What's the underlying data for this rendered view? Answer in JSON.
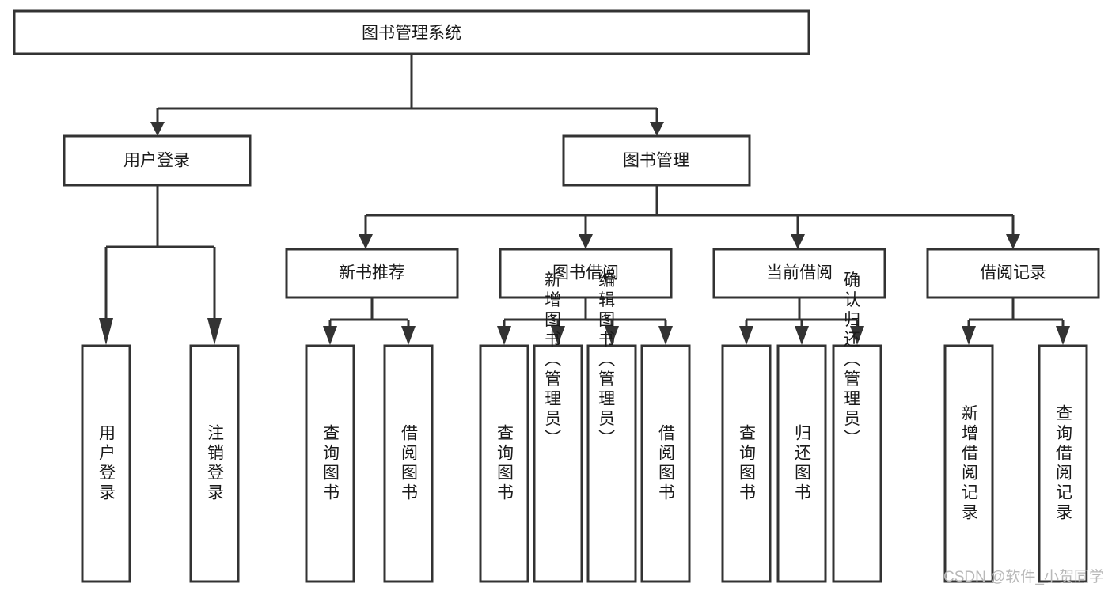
{
  "diagram": {
    "title": "图书管理系统",
    "type": "tree-hierarchy-chart",
    "root": {
      "id": "root",
      "label": "图书管理系统"
    },
    "level2": [
      {
        "id": "user-login",
        "label": "用户登录"
      },
      {
        "id": "book-manage",
        "label": "图书管理"
      }
    ],
    "level3": [
      {
        "id": "new-book-recommend",
        "label": "新书推荐",
        "parent": "book-manage"
      },
      {
        "id": "book-borrow",
        "label": "图书借阅",
        "parent": "book-manage"
      },
      {
        "id": "current-borrow",
        "label": "当前借阅",
        "parent": "book-manage"
      },
      {
        "id": "borrow-record",
        "label": "借阅记录",
        "parent": "book-manage"
      }
    ],
    "leaves": {
      "user-login": [
        {
          "id": "leaf-user-login",
          "label": "用户登录"
        },
        {
          "id": "leaf-user-logout",
          "label": "注销登录"
        }
      ],
      "new-book-recommend": [
        {
          "id": "leaf-query-book-1",
          "label": "查询图书"
        },
        {
          "id": "leaf-borrow-book-1",
          "label": "借阅图书"
        }
      ],
      "book-borrow": [
        {
          "id": "leaf-query-book-2",
          "label": "查询图书"
        },
        {
          "id": "leaf-add-book",
          "label": "新增图书（管理员）"
        },
        {
          "id": "leaf-edit-book",
          "label": "编辑图书（管理员）"
        },
        {
          "id": "leaf-borrow-book-2",
          "label": "借阅图书"
        }
      ],
      "current-borrow": [
        {
          "id": "leaf-query-book-3",
          "label": "查询图书"
        },
        {
          "id": "leaf-return-book",
          "label": "归还图书"
        },
        {
          "id": "leaf-confirm-return",
          "label": "确认归还（管理员）"
        }
      ],
      "borrow-record": [
        {
          "id": "leaf-add-record",
          "label": "新增借阅记录"
        },
        {
          "id": "leaf-query-record",
          "label": "查询借阅记录"
        }
      ]
    }
  },
  "watermark": {
    "text": "CSDN @软件_小贺同学"
  },
  "colors": {
    "box_stroke": "#333333",
    "box_fill": "#ffffff",
    "text": "#1a1a1a",
    "connector": "#333333",
    "watermark": "#b8b8b8",
    "background": "#ffffff"
  }
}
